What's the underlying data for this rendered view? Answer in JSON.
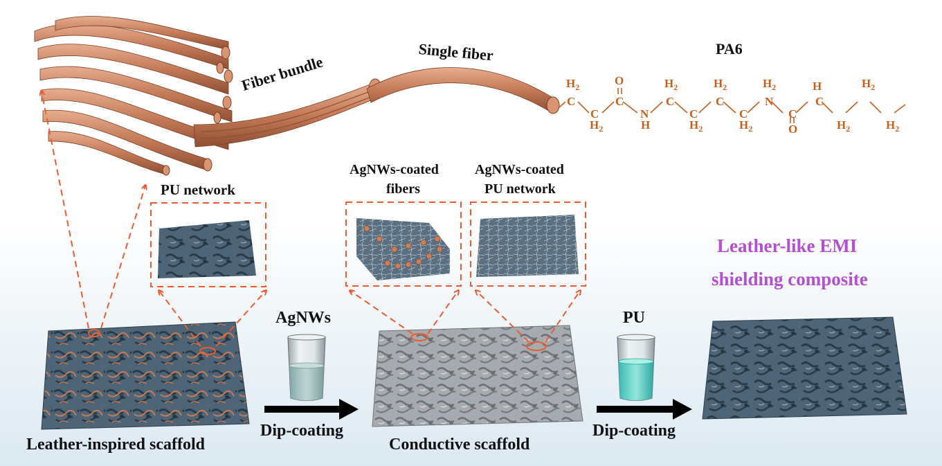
{
  "labels": {
    "fiber_bundle": "Fiber bundle",
    "single_fiber": "Single fiber",
    "pa6": "PA6",
    "pu_network": "PU network",
    "agnws_fibers_1": "AgNWs-coated",
    "agnws_fibers_2": "fibers",
    "agnws_pu_1": "AgNWs-coated",
    "agnws_pu_2": "PU network",
    "product_1": "Leather-like EMI",
    "product_2": "shielding composite",
    "agnws": "AgNWs",
    "pu": "PU",
    "dip1": "Dip-coating",
    "dip2": "Dip-coating",
    "scaffold1": "Leather-inspired scaffold",
    "scaffold2": "Conductive scaffold"
  },
  "chemistry": {
    "top": [
      "H",
      "O",
      "H",
      "H",
      "H",
      "H",
      "H"
    ],
    "top_sub": [
      "2",
      "",
      "2",
      "2",
      "2",
      "",
      "2"
    ],
    "main": [
      "C",
      "C",
      "C",
      "N",
      "C",
      "C",
      "C",
      "C",
      "N",
      "C",
      "C"
    ],
    "bottom": [
      "H",
      "H",
      "H",
      "H",
      "O",
      "H",
      "H"
    ],
    "bottom_sub": [
      "2",
      "",
      "2",
      "2",
      "",
      "2",
      "2"
    ]
  },
  "colors": {
    "fiber": "#c97f5c",
    "chem": "#c8601c",
    "arrow_dash": "#ef5a2e",
    "product_text": "#b34fd0",
    "scaffold_dark": "#4a6275",
    "scaffold_grey": "#a2a7ab"
  }
}
